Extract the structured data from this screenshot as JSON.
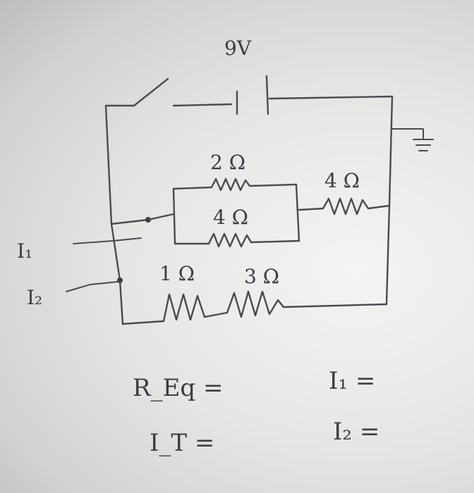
{
  "circuit": {
    "battery_voltage": "9V",
    "resistors": {
      "r_2ohm": "2 Ω",
      "r_4ohm_parallel": "4 Ω",
      "r_4ohm_right": "4 Ω",
      "r_1ohm": "1 Ω",
      "r_3ohm": "3 Ω"
    },
    "currents": {
      "i1_label": "I₁",
      "i2_label": "I₂"
    }
  },
  "questions": {
    "req": "R_Eq =",
    "it": "I_T =",
    "i1": "I₁ =",
    "i2": "I₂ ="
  },
  "colors": {
    "ink": "#3c3c46",
    "paper": "#ececea"
  }
}
